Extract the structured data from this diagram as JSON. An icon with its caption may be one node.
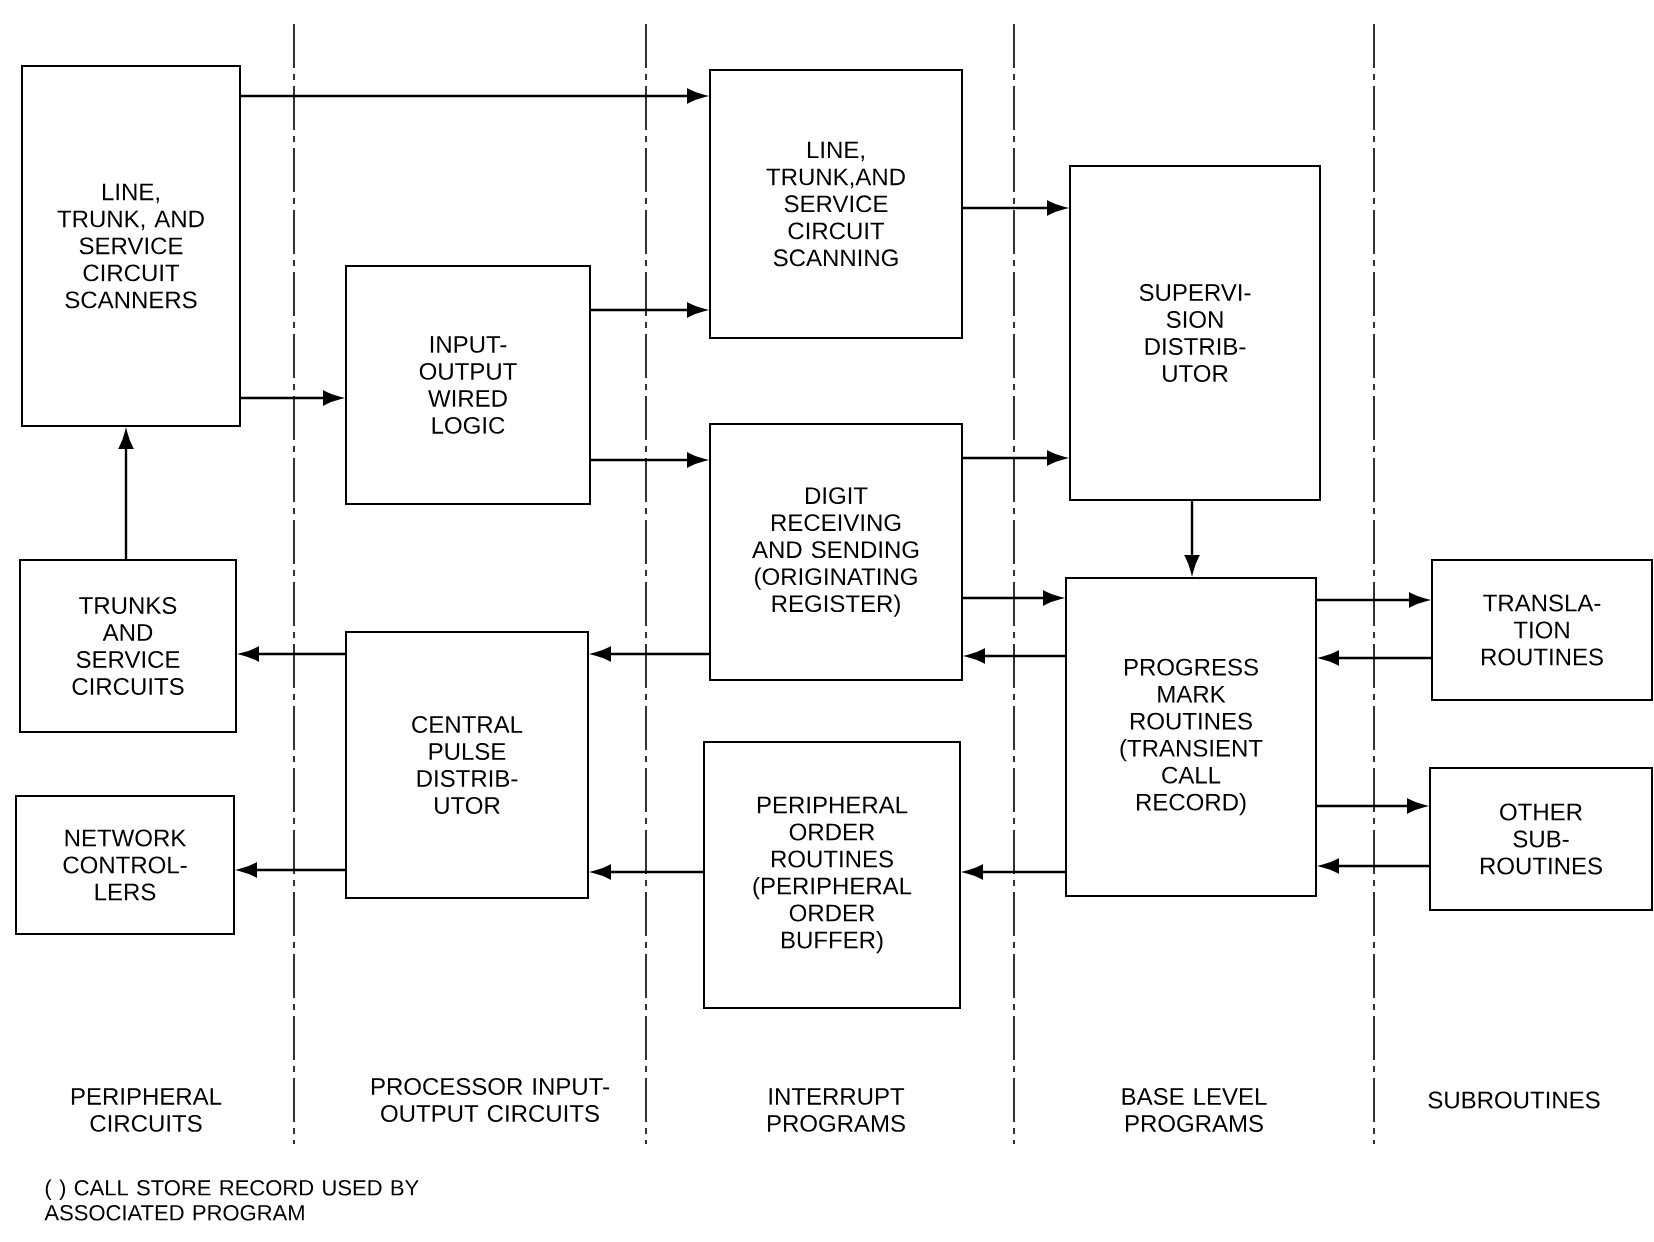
{
  "diagram": {
    "nodes": [
      {
        "text": [
          "LINE, TRUNK, AND SERVICE CIRCUIT SCANNERS"
        ]
      },
      {
        "text": [
          "TRUNKS AND SERVICE CIRCUITS"
        ]
      },
      {
        "text": [
          "NETWORK CONTROL- LERS"
        ]
      },
      {
        "text": [
          "INPUT- OUTPUT WIRED LOGIC"
        ]
      },
      {
        "text": [
          "CENTRAL PULSE DISTRIB- UTOR"
        ]
      },
      {
        "text": [
          "LINE, TRUNK,AND SERVICE CIRCUIT SCANNING"
        ]
      },
      {
        "text": [
          "DIGIT RECEIVING AND SENDING (ORIGINATING REGISTER)"
        ]
      },
      {
        "text": [
          "PERIPHERAL ORDER ROUTINES (PERIPHERAL ORDER BUFFER)"
        ]
      },
      {
        "text": [
          "SUPERVI- SION DISTRIB- UTOR"
        ]
      },
      {
        "text": [
          "PROGRESS MARK ROUTINES (TRANSIENT CALL RECORD)"
        ]
      },
      {
        "text": [
          "TRANSLA- TION ROUTINES"
        ]
      },
      {
        "text": [
          "OTHER SUB- ROUTINES"
        ]
      }
    ],
    "edges": [
      {
        "from": 0,
        "to": 5,
        "arrow": "to"
      },
      {
        "from": 0,
        "to": 3,
        "arrow": "to"
      },
      {
        "from": 1,
        "to": 0,
        "arrow": "to"
      },
      {
        "from": 3,
        "to": 5,
        "arrow": "to"
      },
      {
        "from": 3,
        "to": 6,
        "arrow": "to"
      },
      {
        "from": 5,
        "to": 8,
        "arrow": "to"
      },
      {
        "from": 6,
        "to": 8,
        "arrow": "to"
      },
      {
        "from": 6,
        "to": 9,
        "arrow": "to"
      },
      {
        "from": 9,
        "to": 6,
        "arrow": "to"
      },
      {
        "from": 6,
        "to": 4,
        "arrow": "to"
      },
      {
        "from": 4,
        "to": 1,
        "arrow": "to"
      },
      {
        "from": 8,
        "to": 9,
        "arrow": "to"
      },
      {
        "from": 9,
        "to": 10,
        "arrow": "to"
      },
      {
        "from": 10,
        "to": 9,
        "arrow": "to"
      },
      {
        "from": 9,
        "to": 11,
        "arrow": "to"
      },
      {
        "from": 11,
        "to": 9,
        "arrow": "to"
      },
      {
        "from": 9,
        "to": 7,
        "arrow": "to"
      },
      {
        "from": 7,
        "to": 4,
        "arrow": "to"
      },
      {
        "from": 4,
        "to": 2,
        "arrow": "to"
      }
    ],
    "labels": [
      "PERIPHERAL CIRCUITS",
      "PROCESSOR INPUT-OUTPUT CIRCUITS",
      "INTERRUPT PROGRAMS",
      "BASE LEVEL PROGRAMS",
      "SUBROUTINES",
      "( ) CALL STORE RECORD USED BY ASSOCIATED PROGRAM"
    ]
  }
}
